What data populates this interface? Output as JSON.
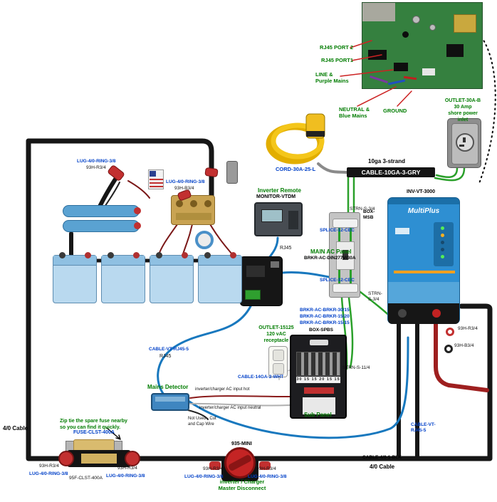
{
  "colors": {
    "label_green": "#007c00",
    "label_blue": "#0040c8",
    "inverter_blue": "#2e8fd2",
    "battery_blue": "#b9d9ef",
    "cable_black": "#161616",
    "cable_red": "#9e1f1f",
    "wire_green": "#2aa02a",
    "wire_rj45_blue": "#1878be"
  },
  "pcb_labels": {
    "port2": "RJ45 PORT 2",
    "port1": "RJ45 PORT1",
    "line": "LINE &\nPurple Mains",
    "neutral": "NEUTRAL &\nBlue Mains",
    "ground": "GROUND"
  },
  "shore": {
    "outlet_part": "OUTLET-30A-B",
    "outlet_desc": "30 Amp\nshore power\ninlet",
    "cable_desc": "10ga 3-strand",
    "cable_part": "CABLE-10GA-3-GRY",
    "cord_part": "CORD-30A-25-L"
  },
  "remote": {
    "title": "Inverter Remote",
    "part": "MONITOR-VTDM",
    "rj45": "RJ45"
  },
  "inverter": {
    "part": "INV-VT-3000",
    "brand": "MultiPlus"
  },
  "main_panel": {
    "strn_left": "STRN-S-3/4",
    "box": "BOX-\nMSB",
    "splice_top": "SPLICE-12-CEC",
    "title": "MAIN AC Panel",
    "breaker": "BRKR-AC-DIN277V/30A",
    "splice_bottom": "SPLICE-12-CEC",
    "strn_right": "STRN-\nS-3/4"
  },
  "sub_panel": {
    "brkr1": "BRKR-AC-BRKR-30/15",
    "brkr2": "BRKR-AC-BRKR-15/20",
    "brkr3": "BRKR-AC-BRKR-15/15",
    "box": "BOX-SPBS",
    "strn": "STRN-S-11/4",
    "title": "Sub Panel",
    "breaker_numbers": "30 15 15 20 15 15"
  },
  "right_labels": {
    "r1": "93H-R3/4",
    "r2": "93H-B3/4"
  },
  "outlet": {
    "part": "OUTLET-15125",
    "desc": "120 vAC\nreceptacle",
    "cable": "CABLE-14GA-2-WHT"
  },
  "detector": {
    "cable": "CABLE-VT-RJ45-5",
    "rj45": "RJ45",
    "title": "Mains Detector",
    "hot": "inverter/charger AC input hot",
    "neutral": "inverter/charger AC input neutral",
    "not_used": "Not Used - Cut\nand Cap Wire"
  },
  "cables": {
    "vt_rj45_right": "CABLE-VT-\nRJ45-5",
    "blk_4_0": "CABLE-4/0-1-BLK",
    "cable_right": "4/0 Cable",
    "cable_left": "4/0 Cable"
  },
  "fuse": {
    "note": "Zip tie the spare fuse nearby\nso you can find it quickly.",
    "part": "FUSE-CLST-400A",
    "holder": "95F-CLST-400A"
  },
  "disconnect": {
    "part": "935-MINI",
    "title": "inverter / Charger\nMaster Disconnect"
  },
  "lugs": {
    "tl1_lug": "LUG-4/0-RING-3/8",
    "tl1_h": "93H-R3/4",
    "tl2_lug": "LUG-4/0-RING-3/8",
    "tl2_h": "93H-B3/4",
    "b1_h": "93H-R3/4",
    "b1_lug": "LUG-4/0-RING-3/8",
    "b2_h": "93H-R3/4",
    "b2_lug": "LUG-4/0-RING-3/8",
    "b3_h": "93H-R3/4",
    "b3_lug": "LUG-4/0-RING-3/8",
    "b4_h": "93H-R3/4",
    "b4_lug": "LUG-4/0-RING-3/8"
  }
}
